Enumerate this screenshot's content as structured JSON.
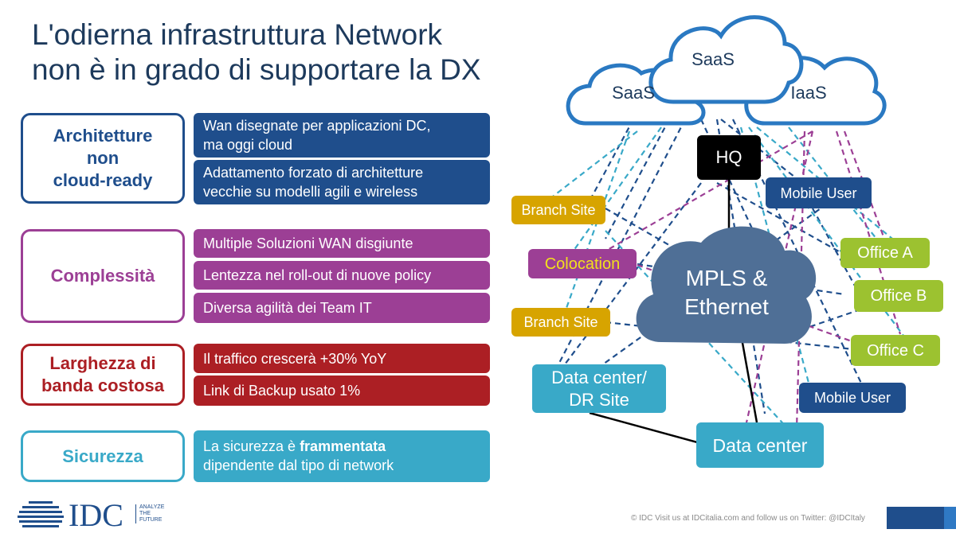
{
  "title": {
    "line1": "L'odierna infrastruttura Network",
    "line2": "non è in grado di supportare la DX"
  },
  "categories": [
    {
      "label": "Architetture\nnon\ncloud-ready",
      "color": "#1f4e8c",
      "items": [
        "Wan disegnate per applicazioni DC,\nma oggi cloud",
        "Adattamento forzato di architetture\nvecchie su modelli agili e wireless"
      ]
    },
    {
      "label": "Complessità",
      "color": "#9c3f95",
      "items": [
        "Multiple Soluzioni WAN disgiunte",
        "Lentezza nel roll-out di nuove policy",
        "Diversa agilità dei Team IT"
      ]
    },
    {
      "label": "Larghezza di\nbanda costosa",
      "color": "#ac1f24",
      "items": [
        "Il traffico crescerà +30% YoY",
        "Link di Backup usato 1%"
      ]
    },
    {
      "label": "Sicurezza",
      "color": "#39a9c8",
      "items_rich": {
        "before": "La sicurezza è ",
        "bold": "frammentata",
        "after": "\ndipendente dal tipo di network"
      }
    }
  ],
  "diagram": {
    "clouds": {
      "left": "SaaS",
      "center": "SaaS",
      "right": "IaaS"
    },
    "core": "MPLS &\nEthernet",
    "nodes": {
      "hq": "HQ",
      "branch1": "Branch Site",
      "colocation": "Colocation",
      "branch2": "Branch Site",
      "dr_site": "Data center/\nDR Site",
      "data_center": "Data center",
      "mobile1": "Mobile User",
      "mobile2": "Mobile User",
      "office_a": "Office A",
      "office_b": "Office B",
      "office_c": "Office C"
    },
    "colors": {
      "navy": "#1f4e8c",
      "teal": "#39a9c8",
      "purple": "#9c3f95",
      "lime": "#9cc230",
      "gold": "#d7a400",
      "cloud": "#4f6f96",
      "black": "#000000"
    }
  },
  "logo": {
    "name": "IDC",
    "tagline": "ANALYZE\nTHE\nFUTURE"
  },
  "footer": "© IDC Visit us at IDCitalia.com and follow us on Twitter: @IDCItaly"
}
